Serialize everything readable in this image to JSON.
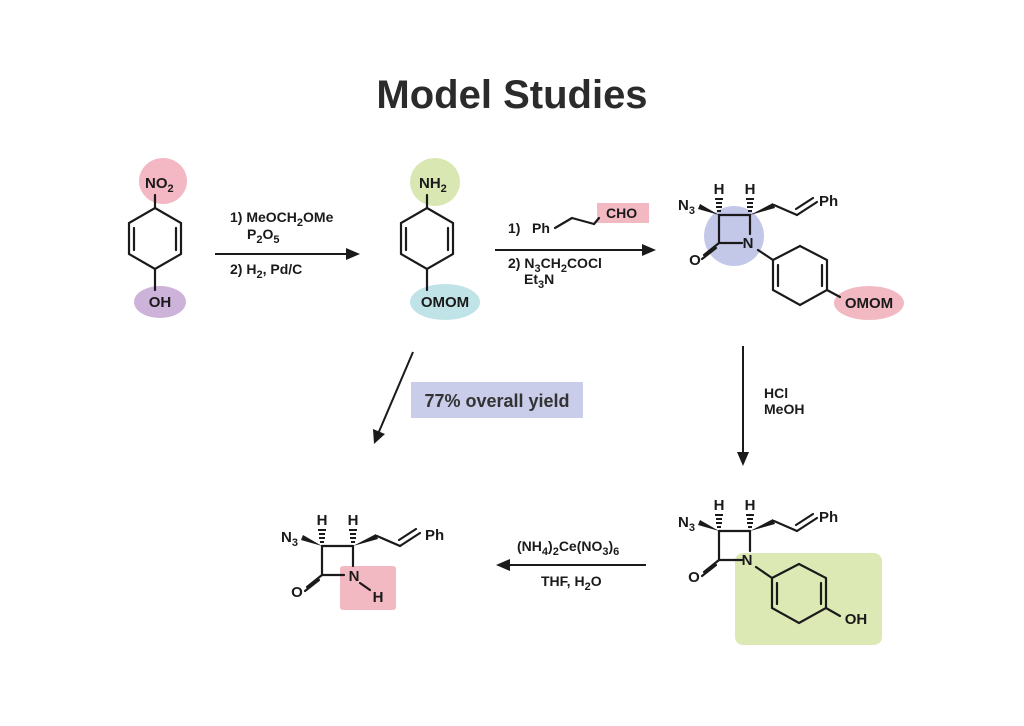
{
  "title": "Model Studies",
  "yield_badge": "77% overall yield",
  "colors": {
    "pink": "#f4b8c4",
    "purple": "#cdb3da",
    "green": "#d9e8b3",
    "teal": "#bfe3e6",
    "blue": "#c3c8e8",
    "box_blue": "#c9cde9",
    "box_green": "#dde9b5",
    "box_pink": "#f3b9c3"
  },
  "compound1": {
    "top": "NO",
    "top_sub": "2",
    "bottom": "OH"
  },
  "compound2": {
    "top": "NH",
    "top_sub": "2",
    "bottom": "OMOM"
  },
  "compound3": {
    "n3": "N",
    "n3_sub": "3",
    "h1": "H",
    "h2": "H",
    "n": "N",
    "o": "O",
    "ph": "Ph",
    "bottom": "OMOM"
  },
  "compound4": {
    "n3": "N",
    "n3_sub": "3",
    "h1": "H",
    "h2": "H",
    "n": "N",
    "o": "O",
    "ph": "Ph",
    "bottom": "OH"
  },
  "compound5": {
    "n3": "N",
    "n3_sub": "3",
    "h1": "H",
    "h2": "H",
    "n": "N",
    "nh": "H",
    "o": "O",
    "ph": "Ph"
  },
  "step1": {
    "line1_a": "1) MeOCH",
    "line1_sub": "2",
    "line1_b": "OMe",
    "line2_a": "P",
    "line2_sub1": "2",
    "line2_b": "O",
    "line2_sub2": "5",
    "line3_a": "2) H",
    "line3_sub": "2",
    "line3_b": ", Pd/C"
  },
  "step2": {
    "line1_num": "1)",
    "line1_ph": "Ph",
    "line1_cho": "CHO",
    "line2_a": "2) N",
    "line2_sub1": "3",
    "line2_b": "CH",
    "line2_sub2": "2",
    "line2_c": "COCl",
    "line3_a": "Et",
    "line3_sub": "3",
    "line3_b": "N"
  },
  "step3": {
    "line1": "HCl",
    "line2": "MeOH"
  },
  "step4": {
    "line1_a": "(NH",
    "line1_sub1": "4",
    "line1_b": ")",
    "line1_sub2": "2",
    "line1_c": "Ce(NO",
    "line1_sub3": "3",
    "line1_d": ")",
    "line1_sub4": "6",
    "line2_a": "THF, H",
    "line2_sub": "2",
    "line2_b": "O"
  }
}
